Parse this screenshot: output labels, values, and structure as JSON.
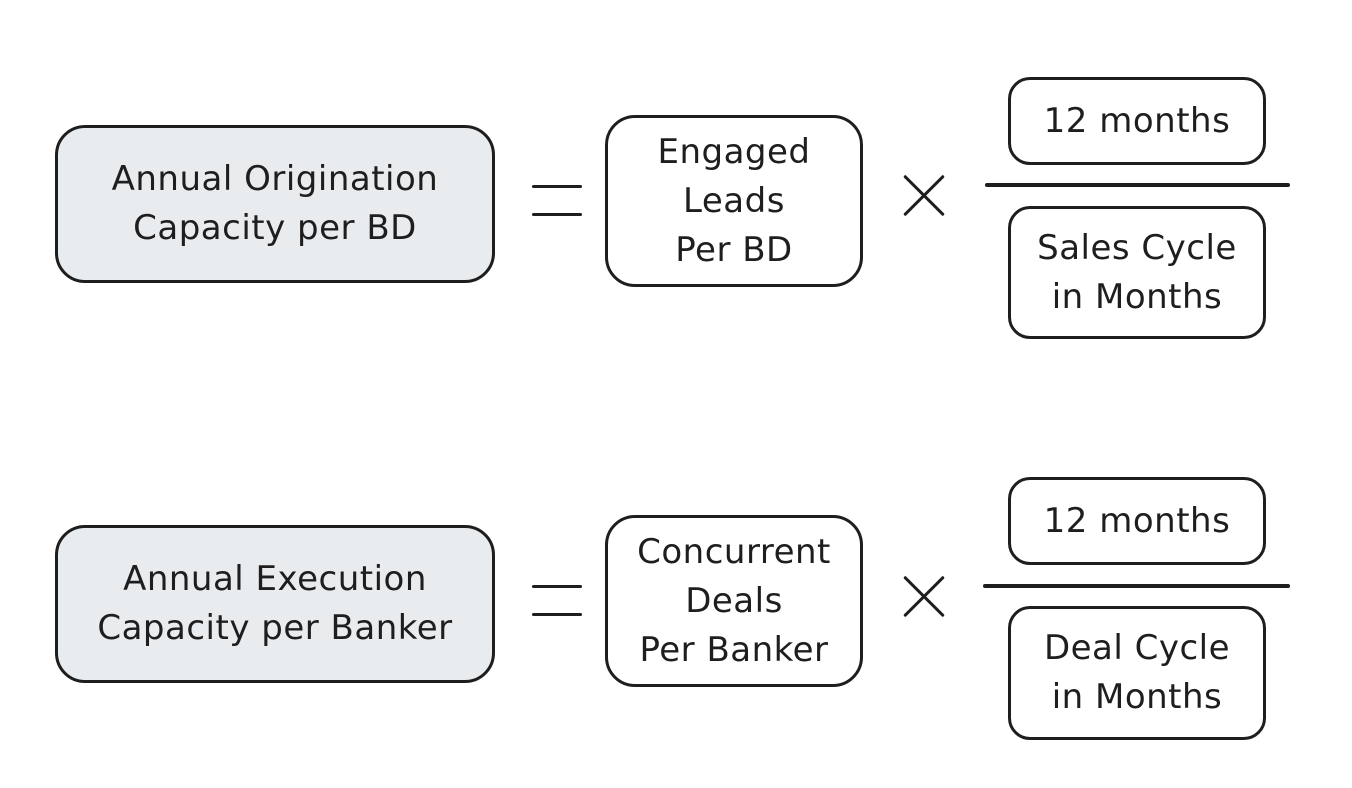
{
  "equations": [
    {
      "lhs": "Annual Origination\nCapacity per BD",
      "operator_equals": "=",
      "factor": "Engaged\nLeads\nPer BD",
      "operator_times": "×",
      "numerator": "12 months",
      "denominator": "Sales Cycle\nin Months"
    },
    {
      "lhs": "Annual Execution\nCapacity per Banker",
      "operator_equals": "=",
      "factor": "Concurrent\nDeals\nPer Banker",
      "operator_times": "×",
      "numerator": "12 months",
      "denominator": "Deal Cycle\nin Months"
    }
  ],
  "colors": {
    "stroke": "#1e1e1e",
    "lhs_fill": "#e9ecef",
    "box_fill": "#ffffff"
  }
}
